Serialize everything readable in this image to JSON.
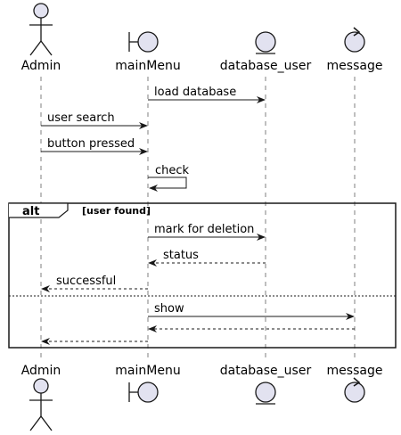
{
  "diagram": {
    "type": "sequence",
    "participants": [
      {
        "id": "admin",
        "name": "Admin",
        "kind": "actor"
      },
      {
        "id": "mainmenu",
        "name": "mainMenu",
        "kind": "boundary"
      },
      {
        "id": "dbuser",
        "name": "database_user",
        "kind": "entity"
      },
      {
        "id": "message",
        "name": "message",
        "kind": "control"
      }
    ],
    "messages": [
      {
        "from": "mainmenu",
        "to": "dbuser",
        "label": "load database",
        "style": "solid"
      },
      {
        "from": "admin",
        "to": "mainmenu",
        "label": "user search",
        "style": "solid"
      },
      {
        "from": "admin",
        "to": "mainmenu",
        "label": "button pressed",
        "style": "solid"
      },
      {
        "from": "mainmenu",
        "to": "mainmenu",
        "label": "check",
        "style": "solid"
      },
      {
        "from": "mainmenu",
        "to": "dbuser",
        "label": "mark for deletion",
        "style": "solid"
      },
      {
        "from": "dbuser",
        "to": "mainmenu",
        "label": "status",
        "style": "dashed"
      },
      {
        "from": "mainmenu",
        "to": "admin",
        "label": "successful",
        "style": "dashed"
      },
      {
        "from": "mainmenu",
        "to": "message",
        "label": "show",
        "style": "solid"
      },
      {
        "from": "message",
        "to": "mainmenu",
        "label": "",
        "style": "dashed"
      },
      {
        "from": "mainmenu",
        "to": "admin",
        "label": "",
        "style": "dashed"
      }
    ],
    "fragment": {
      "keyword": "alt",
      "condition": "[user found]"
    },
    "colors": {
      "participant_fill": "#e2e2f0",
      "stroke": "#181818",
      "lifeline": "#7f7f7f"
    }
  }
}
